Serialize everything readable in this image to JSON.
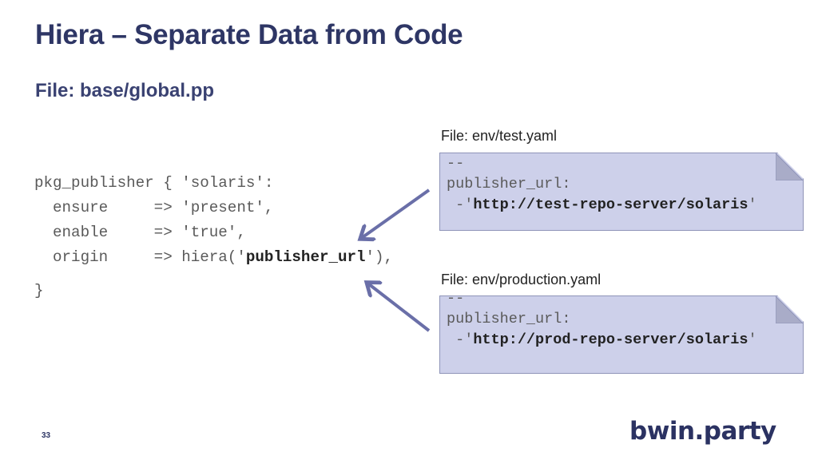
{
  "slide": {
    "title": "Hiera – Separate Data from Code",
    "subtitle": "File: base/global.pp",
    "page_number": "33",
    "logo_text": "bwin.party"
  },
  "code": {
    "line1": "pkg_publisher { 'solaris':",
    "line2": "  ensure     => 'present',",
    "line3": "  enable     => 'true',",
    "line4_pre": "  origin     => hiera('",
    "line4_bold": "publisher_url",
    "line4_post": "'),",
    "line5": "}"
  },
  "test_file": {
    "label": "File: env/test.yaml",
    "line1": "--",
    "line2": "publisher_url:",
    "line3_pre": " -'",
    "line3_bold": "http://test-repo-server/solaris",
    "line3_post": "'"
  },
  "prod_file": {
    "label": "File: env/production.yaml",
    "line1": "--",
    "line2": "publisher_url:",
    "line3_pre": " -'",
    "line3_bold": "http://prod-repo-server/solaris",
    "line3_post": "'"
  },
  "colors": {
    "title": "#2e3665",
    "note_fill": "#cdd0ea",
    "arrow": "#6a6fa8"
  }
}
